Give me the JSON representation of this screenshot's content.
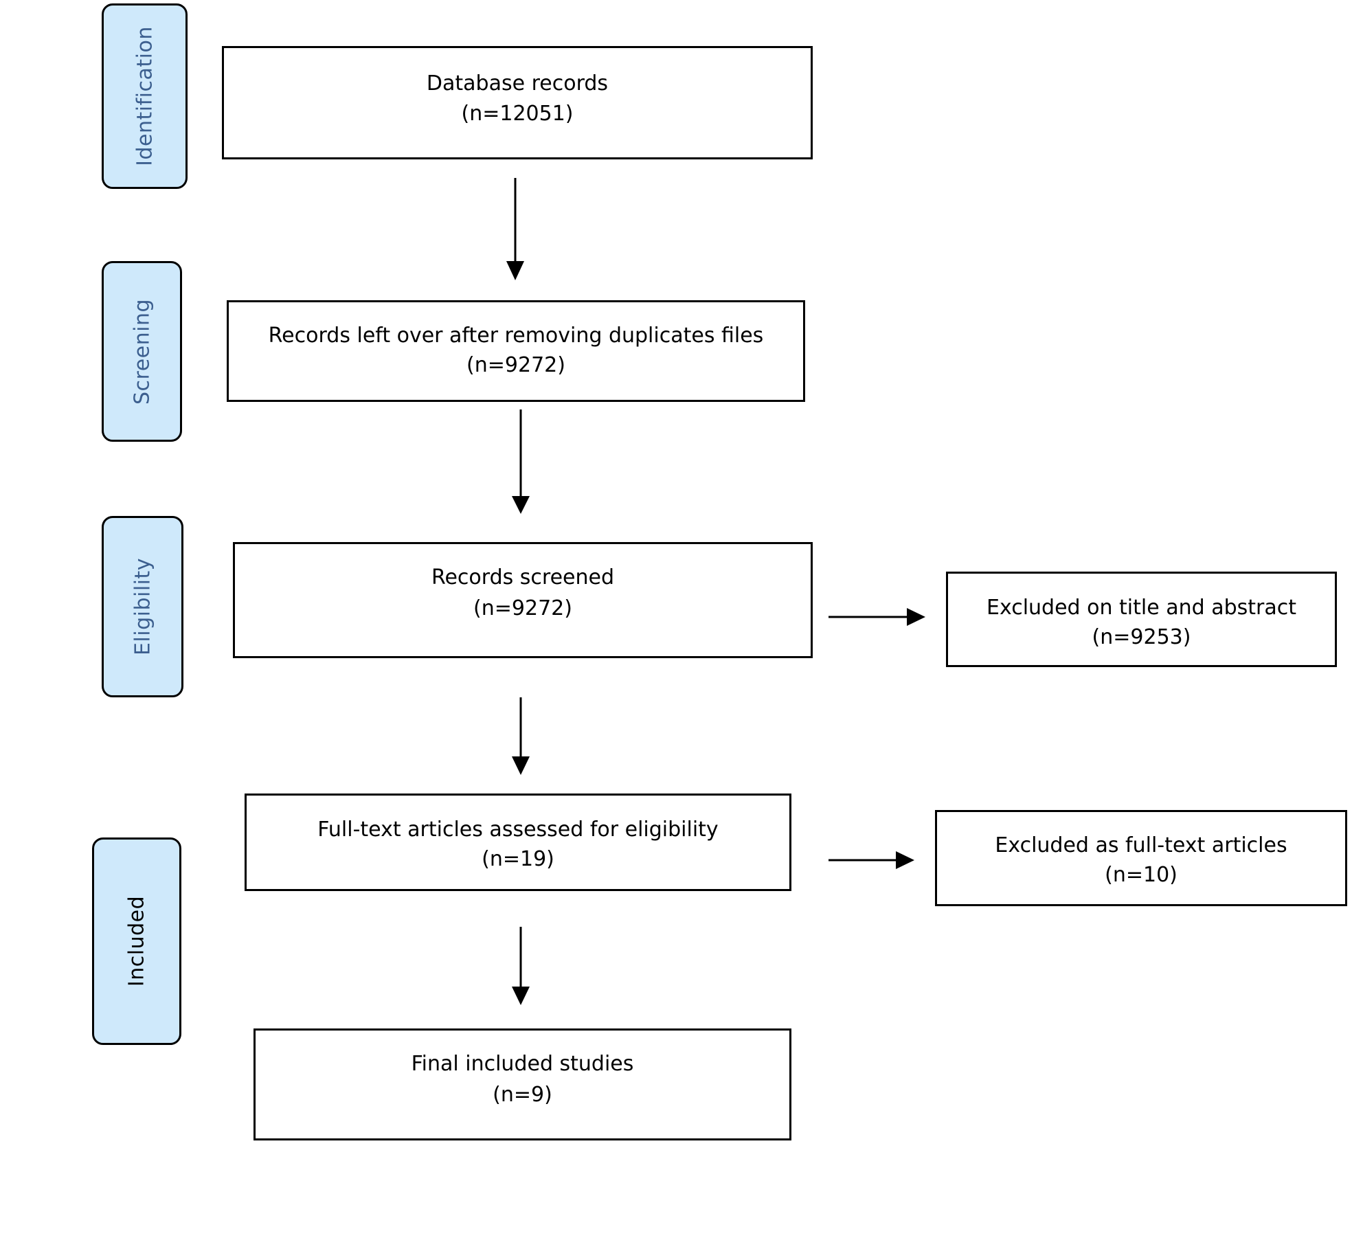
{
  "phases": [
    {
      "label": "Identification"
    },
    {
      "label": "Screening"
    },
    {
      "label": "Eligibility"
    },
    {
      "label": "Included"
    }
  ],
  "boxes": {
    "database": {
      "title": "Database records",
      "count": "(n=12051)"
    },
    "after_duplicates": {
      "title": "Records left over after removing duplicates files",
      "count": "(n=9272)"
    },
    "screened": {
      "title": "Records screened",
      "count": "(n=9272)"
    },
    "excluded_title_abstract": {
      "title": "Excluded on title and abstract",
      "count": "(n=9253)"
    },
    "fulltext_assessed": {
      "title": "Full-text articles assessed for eligibility",
      "count": "(n=19)"
    },
    "excluded_fulltext": {
      "title": "Excluded as full-text articles",
      "count": "(n=10)"
    },
    "final_included": {
      "title": "Final included studies",
      "count": "(n=9)"
    }
  },
  "colors": {
    "phase_fill": "#cfe9fb",
    "phase_text_blue": "#3c5f8f",
    "stroke": "#000000"
  }
}
